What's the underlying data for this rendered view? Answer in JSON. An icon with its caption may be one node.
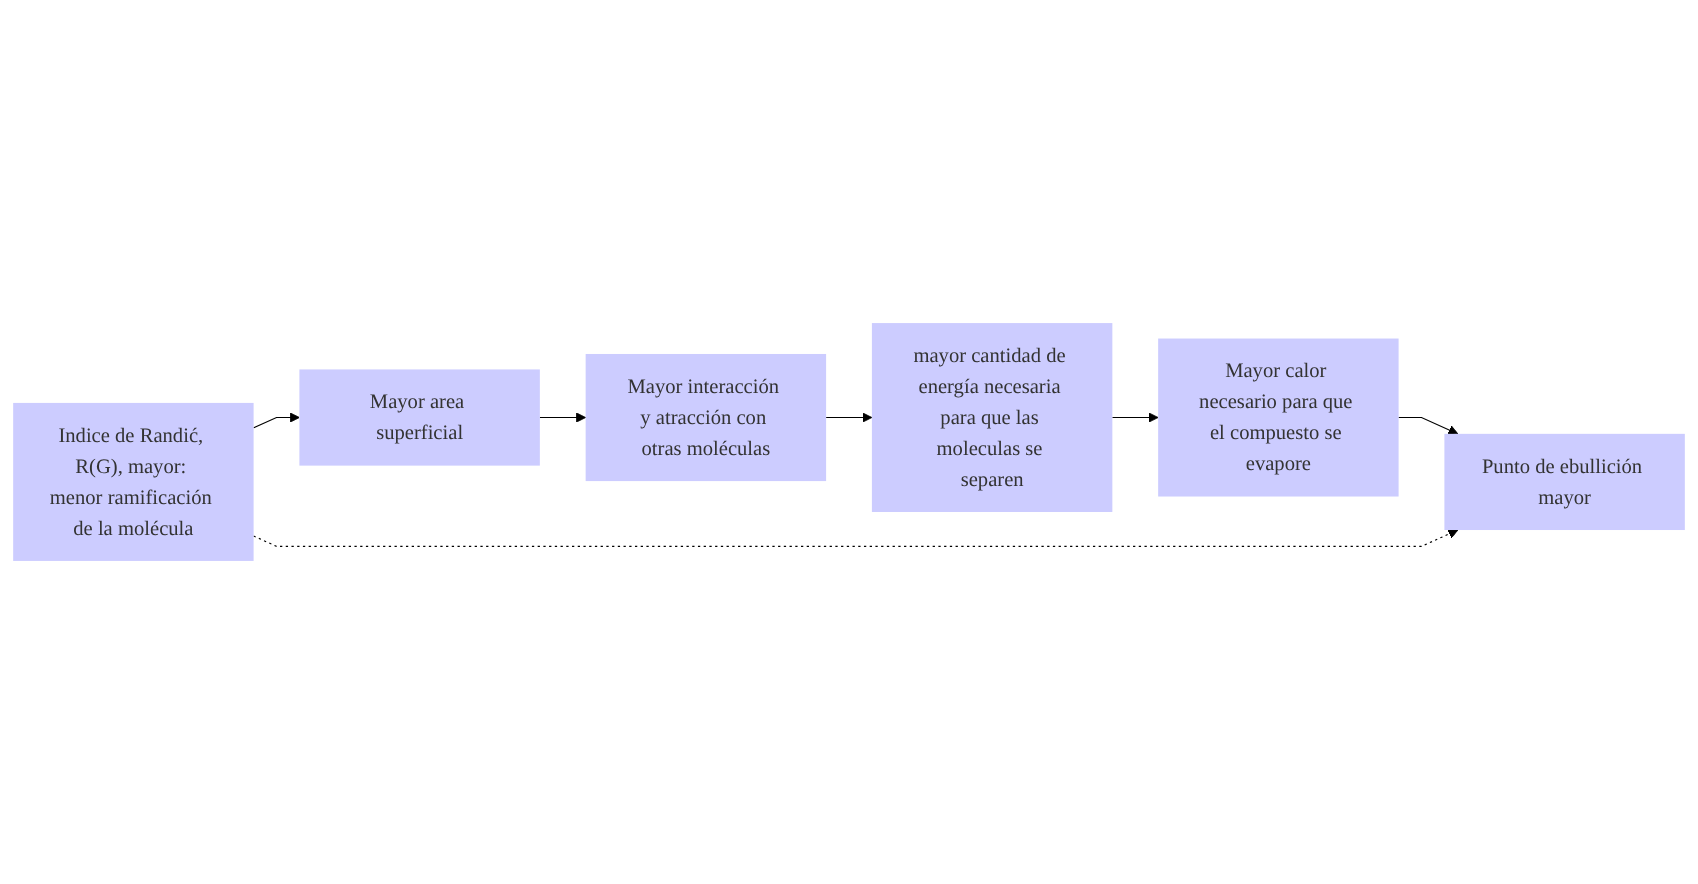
{
  "diagram": {
    "nodes": [
      {
        "text": [
          "Indice de Randić, R(G), mayor: menor ramificación de la molécula"
        ]
      },
      {
        "text": [
          "Mayor area superficial"
        ]
      },
      {
        "text": [
          "Mayor interacción y atracción con otras moléculas"
        ]
      },
      {
        "text": [
          "mayor cantidad de energía necesaria para que las moleculas se separen"
        ]
      },
      {
        "text": [
          "Mayor calor necesario para que el compuesto se evapore"
        ]
      },
      {
        "text": [
          "Punto de ebullición mayor"
        ]
      }
    ],
    "edges": [
      {
        "from": 0,
        "to": 1,
        "arrow": "to"
      },
      {
        "from": 1,
        "to": 2,
        "arrow": "to"
      },
      {
        "from": 2,
        "to": 3,
        "arrow": "to"
      },
      {
        "from": 3,
        "to": 4,
        "arrow": "to"
      },
      {
        "from": 4,
        "to": 5,
        "arrow": "to"
      },
      {
        "from": 0,
        "to": 5,
        "arrow": "to",
        "style": "dashed"
      }
    ]
  }
}
